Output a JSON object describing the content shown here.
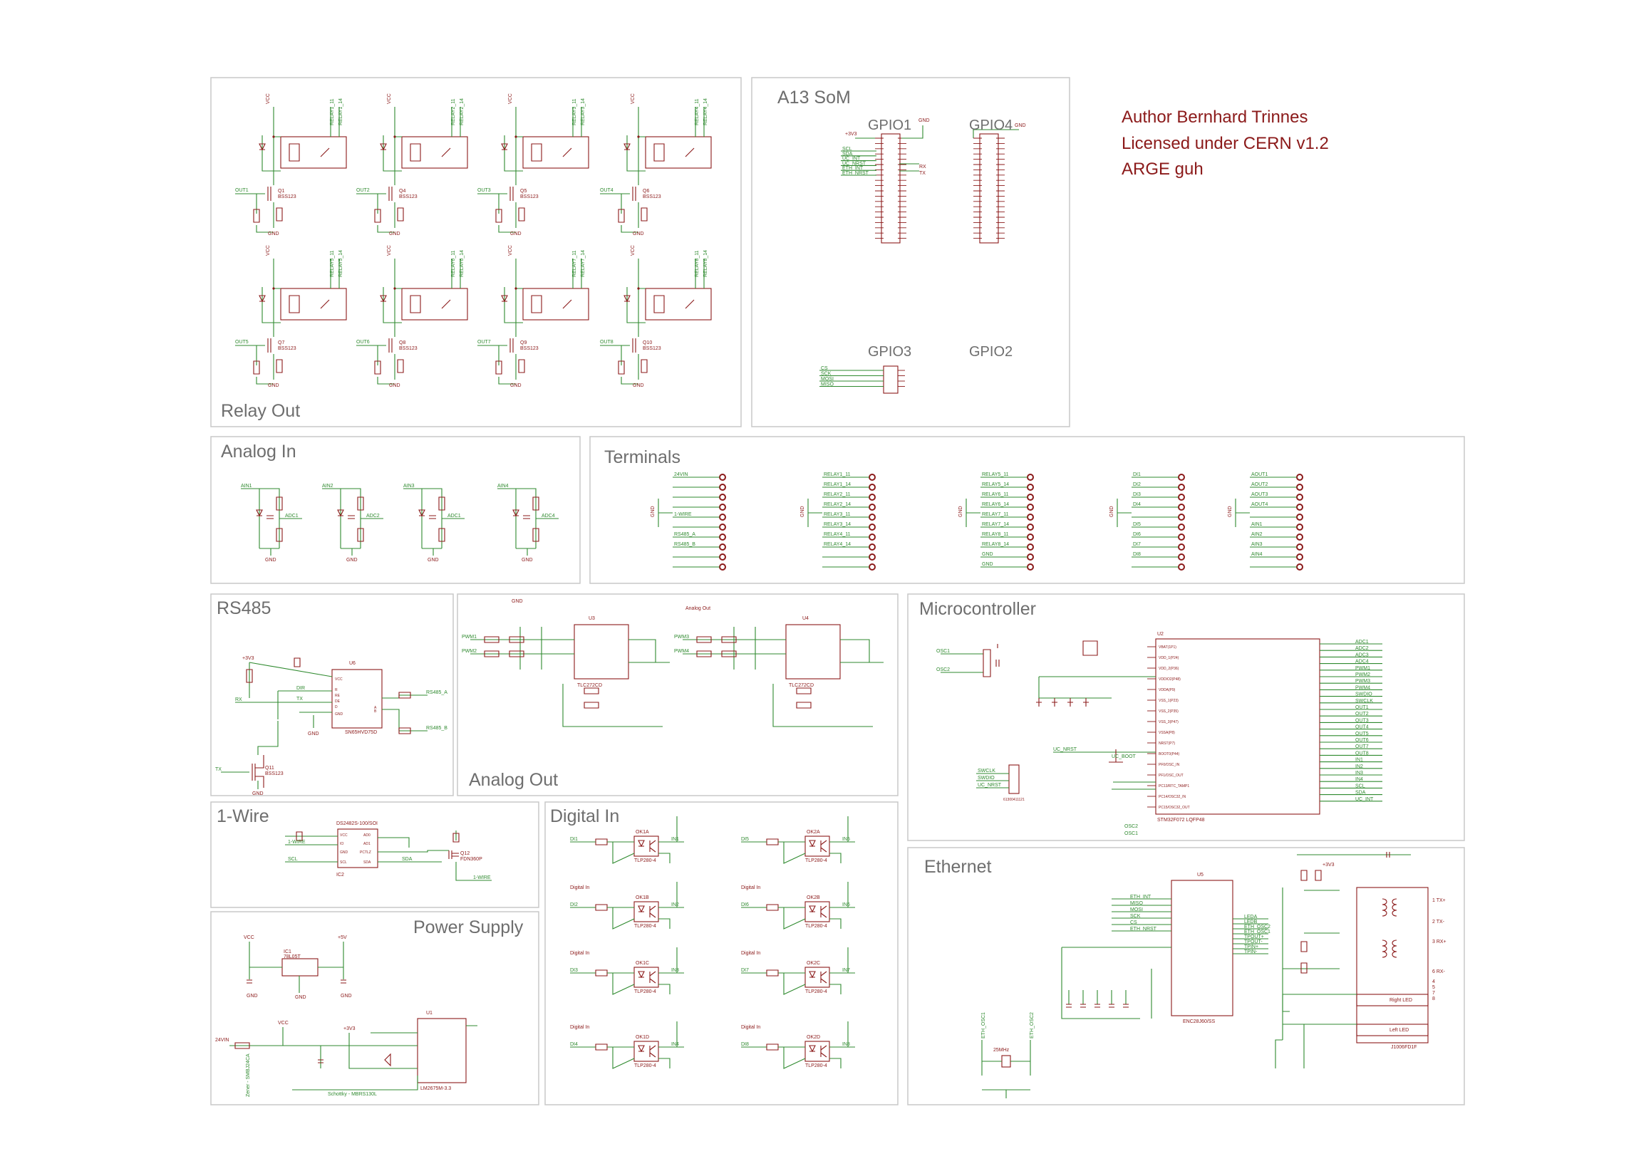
{
  "author": {
    "line1": "Author Bernhard Trinnes",
    "line2": "Licensed under CERN v1.2",
    "line3": "ARGE guh"
  },
  "sections": {
    "relay_out": "Relay Out",
    "a13_som": "A13 SoM",
    "analog_in": "Analog In",
    "terminals": "Terminals",
    "rs485": "RS485",
    "analog_out": "Analog Out",
    "microcontroller": "Microcontroller",
    "one_wire": "1-Wire",
    "digital_in": "Digital In",
    "ethernet": "Ethernet",
    "power_supply": "Power Supply"
  },
  "gpio": {
    "gpio1": "GPIO1",
    "gpio4": "GPIO4",
    "gpio3": "GPIO3",
    "gpio2": "GPIO2",
    "gpio1_signals": [
      "SCL",
      "SDA",
      "UC_INT",
      "UC_NRST",
      "ETH_INT",
      "ETH_NRST"
    ],
    "gpio1_rx": "RX",
    "gpio1_tx": "TX",
    "gpio3_signals": [
      "CS",
      "SCK",
      "MOSI",
      "MISO"
    ],
    "gnd": "GND",
    "v33": "+3V3"
  },
  "relay": {
    "outputs": [
      "OUT1",
      "OUT2",
      "OUT3",
      "OUT4",
      "OUT5",
      "OUT6",
      "OUT7",
      "OUT8"
    ],
    "fets": [
      "Q1",
      "Q4",
      "Q5",
      "Q6",
      "Q7",
      "Q8",
      "Q9",
      "Q10"
    ],
    "fet_part": "BSS123",
    "relay_nets_a": [
      "RELAY1_11",
      "RELAY2_11",
      "RELAY3_11",
      "RELAY4_11",
      "RELAY5_11",
      "RELAY6_11",
      "RELAY7_11",
      "RELAY8_11"
    ],
    "relay_nets_b": [
      "RELAY1_14",
      "RELAY2_14",
      "RELAY3_14",
      "RELAY4_14",
      "RELAY5_14",
      "RELAY6_14",
      "RELAY7_14",
      "RELAY8_14"
    ],
    "vcc": "VCC",
    "gnd": "GND"
  },
  "analog_in": {
    "inputs": [
      "AIN1",
      "AIN2",
      "AIN3",
      "AIN4"
    ],
    "adcs": [
      "ADC1",
      "ADC2",
      "ADC1",
      "ADC4"
    ],
    "gnd": "GND"
  },
  "terminals": {
    "blocks": [
      [
        "24VIN",
        "",
        "",
        "",
        "1-WIRE",
        "",
        "RS485_A",
        "RS485_B",
        "",
        ""
      ],
      [
        "RELAY1_11",
        "RELAY1_14",
        "RELAY2_11",
        "RELAY2_14",
        "RELAY3_11",
        "RELAY3_14",
        "RELAY4_11",
        "RELAY4_14",
        "",
        ""
      ],
      [
        "RELAY5_11",
        "RELAY5_14",
        "RELAY6_11",
        "RELAY6_14",
        "RELAY7_11",
        "RELAY7_14",
        "RELAY8_11",
        "RELAY8_14",
        "GND",
        "GND"
      ],
      [
        "DI1",
        "DI2",
        "DI3",
        "DI4",
        "",
        "DI5",
        "DI6",
        "DI7",
        "DI8",
        ""
      ],
      [
        "AOUT1",
        "AOUT2",
        "AOUT3",
        "AOUT4",
        "",
        "AIN1",
        "AIN2",
        "AIN3",
        "AIN4",
        ""
      ]
    ],
    "gnd": "GND"
  },
  "rs485": {
    "chip": "U6",
    "part": "SN65HVD75D",
    "pins": [
      "VCC",
      "R",
      "RE",
      "DE",
      "D",
      "GND",
      "A",
      "B"
    ],
    "nets": [
      "RX",
      "DIR",
      "TX",
      "RS485_A",
      "RS485_B"
    ],
    "fet": "Q11",
    "fet_part": "BSS123",
    "gnd": "GND",
    "v33": "+3V3"
  },
  "analog_out": {
    "chips": [
      "TLC272CD",
      "TLC272CD"
    ],
    "refs": [
      "U3",
      "U4"
    ],
    "nets": [
      "PWM1",
      "PWM2",
      "PWM3",
      "PWM4"
    ],
    "label": "Analog Out",
    "gnd": "GND"
  },
  "microcontroller": {
    "chip": "U2",
    "part": "STM32F072 LQFP48",
    "left_pins": [
      "VBAT(1P1)",
      "VDD_1(P24)",
      "VDD_2(P36)",
      "VDDIO2(P48)",
      "VDDA(P9)",
      "VSS_1(P23)",
      "VSS_2(P35)",
      "VSS_3(P47)",
      "VSSA(P8)",
      "NRST(P7)",
      "BOOT0(P44)",
      "PF0/OSC_IN",
      "PF1/OSC_OUT",
      "PC13/RTC_TAMP1",
      "PC14/OSC32_IN",
      "PC15/OSC32_OUT"
    ],
    "right_nets": [
      "ADC1",
      "ADC2",
      "ADC3",
      "ADC4",
      "PWM1",
      "PWM2",
      "PWM3",
      "PWM4",
      "SWDIO",
      "SWCLK",
      "OUT1",
      "OUT2",
      "OUT3",
      "OUT4",
      "OUT5",
      "OUT6",
      "OUT7",
      "OUT8",
      "IN1",
      "IN2",
      "IN3",
      "IN4",
      "SCL",
      "SDA",
      "UC_INT"
    ],
    "left_nets": [
      "OSC1",
      "OSC2",
      "UC_NRST",
      "UC_BOOT"
    ],
    "swd": [
      "SWCLK",
      "SWDIO",
      "UC_NRST"
    ],
    "header": "61300411121"
  },
  "one_wire": {
    "chip": "DS2482S-100/SOI",
    "ref": "IC2",
    "pins": [
      "VCC",
      "IO",
      "AD1",
      "GND",
      "AD0",
      "PCTLZ",
      "SCL",
      "SDA"
    ],
    "fet": "Q12",
    "fet_part": "FDN360P",
    "nets": [
      "SCL",
      "SDA",
      "1-WIRE"
    ]
  },
  "digital_in": {
    "label": "Digital In",
    "opto": [
      "OK1A",
      "OK1B",
      "OK1C",
      "OK1D",
      "OK2A",
      "OK2B",
      "OK2C",
      "OK2D"
    ],
    "part": "TLP280-4",
    "inputs": [
      "DI1",
      "DI2",
      "DI3",
      "DI4",
      "DI5",
      "DI6",
      "DI7",
      "DI8"
    ],
    "outputs": [
      "IN1",
      "IN2",
      "IN3",
      "IN4",
      "IN5",
      "IN6",
      "IN7",
      "IN8"
    ]
  },
  "ethernet": {
    "chip": "U5",
    "part": "ENC28J60/SS",
    "nets": [
      "ETH_INT",
      "MISO",
      "MOSI",
      "SCK",
      "CS",
      "ETH_NRST"
    ],
    "right_nets": [
      "LEDA",
      "LEDB",
      "ETH_OSC2",
      "ETH_OSC1",
      "TPOUT+",
      "TPOUT-",
      "TPIN+",
      "TPIN-"
    ],
    "jack": "J1006FD1F",
    "jack_labels": [
      "Right LED",
      "Left LED",
      "1 TX+",
      "2 TX-",
      "3 RX+",
      "6 RX-",
      "4",
      "5",
      "7",
      "8"
    ],
    "crystal": "25MHz",
    "osc": [
      "ETH_OSC1",
      "ETH_OSC2"
    ],
    "v33": "+3V3"
  },
  "power": {
    "reg1": "IC1",
    "reg1_part": "78L05T",
    "reg2": "U1",
    "reg2_part": "LM2675M-3.3",
    "diode": "Schottky - MBRS130L",
    "zener": "Zener - SMBJ24CA",
    "vin": "24VIN",
    "vcc": "VCC",
    "v5": "+5V",
    "v33": "+3V3",
    "gnd": "GND"
  }
}
